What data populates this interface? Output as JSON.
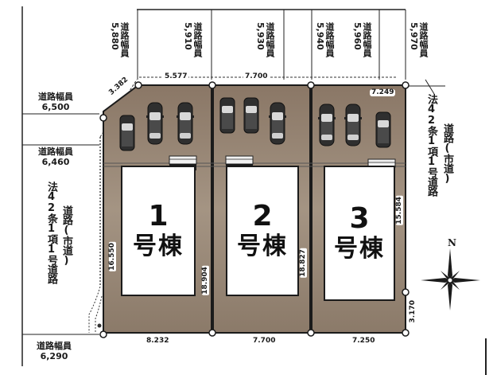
{
  "colors": {
    "lot_fill": "#8c7b6a",
    "lot_fill_light": "#a89888",
    "boundary": "#1b1b1b",
    "building_fill": "#ffffff",
    "car_body": "#3a3a3a"
  },
  "roads": {
    "top_widths": [
      {
        "label": "道路幅員",
        "value": "5,880"
      },
      {
        "label": "道路幅員",
        "value": "5,910"
      },
      {
        "label": "道路幅員",
        "value": "5,930"
      },
      {
        "label": "道路幅員",
        "value": "5,940"
      },
      {
        "label": "道路幅員",
        "value": "5,960"
      },
      {
        "label": "道路幅員",
        "value": "5,970"
      }
    ],
    "left_widths": [
      {
        "label": "道路幅員",
        "value": "6,500"
      },
      {
        "label": "道路幅員",
        "value": "6,460"
      },
      {
        "label": "道路幅員",
        "value": "6,290"
      }
    ],
    "left_road_type": {
      "main": "法42条1項1号道路",
      "sub": "道路(市道)"
    },
    "right_road_type": {
      "main": "法42条1項1号道路",
      "sub": "道路(市道)"
    }
  },
  "dimensions": {
    "top": [
      "5.577",
      "7.700",
      "7.249"
    ],
    "corner_cut": "3.382",
    "bottom": [
      "8.232",
      "7.700",
      "7.250"
    ],
    "sides": [
      "16.550",
      "18.904",
      "18.827",
      "15.584",
      "3.170"
    ]
  },
  "lots": [
    {
      "number": "1",
      "label": "号棟",
      "cars": 3
    },
    {
      "number": "2",
      "label": "号棟",
      "cars": 3
    },
    {
      "number": "3",
      "label": "号棟",
      "cars": 3
    }
  ],
  "compass": {
    "label": "N"
  }
}
